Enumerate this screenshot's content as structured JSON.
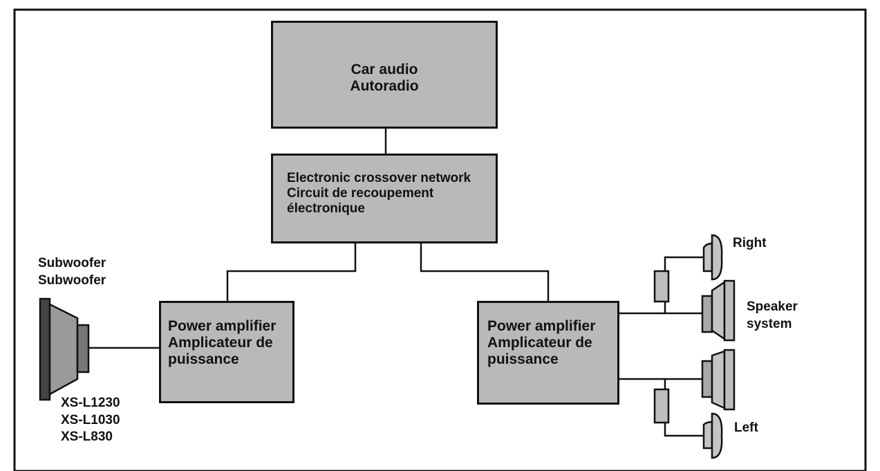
{
  "car_audio": {
    "line1": "Car audio",
    "line2": "Autoradio"
  },
  "crossover": {
    "line1": "Electronic crossover network",
    "line2": "Circuit de recoupement",
    "line3": "électronique"
  },
  "amplifier_left": {
    "line1": "Power amplifier",
    "line2": "Amplicateur de",
    "line3": "puissance"
  },
  "amplifier_right": {
    "line1": "Power amplifier",
    "line2": "Amplicateur de",
    "line3": "puissance"
  },
  "subwoofer": {
    "line1": "Subwoofer",
    "line2": "Subwoofer",
    "models": [
      "XS-L1230",
      "XS-L1030",
      "XS-L830"
    ]
  },
  "speakers": {
    "right": "Right",
    "system_line1": "Speaker",
    "system_line2": "system",
    "left": "Left"
  },
  "colors": {
    "box_fill": "#b9b9b9",
    "line": "#111111",
    "speaker_fill": "#c4c4c4"
  }
}
